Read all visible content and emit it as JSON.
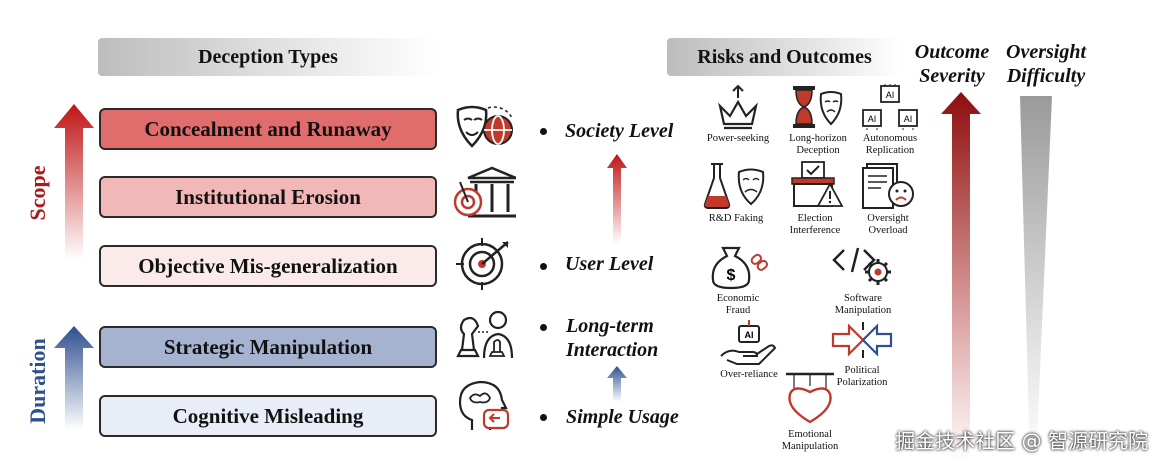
{
  "headers": {
    "deception_types": "Deception Types",
    "risks_outcomes": "Risks and Outcomes",
    "outcome_severity": [
      "Outcome",
      "Severity"
    ],
    "oversight_difficulty": [
      "Oversight",
      "Difficulty"
    ]
  },
  "axes": {
    "scope": "Scope",
    "duration": "Duration"
  },
  "deception_types": [
    {
      "label": "Concealment and Runaway",
      "fill": "#e06c6c"
    },
    {
      "label": "Institutional Erosion",
      "fill": "#f2b8b8"
    },
    {
      "label": "Objective Mis-generalization",
      "fill": "#fbeaea"
    },
    {
      "label": "Strategic Manipulation",
      "fill": "#a6b3d0"
    },
    {
      "label": "Cognitive Misleading",
      "fill": "#e8edf7"
    }
  ],
  "levels": {
    "society": "Society Level",
    "user": "User Level",
    "long_term": [
      "Long-term",
      "Interaction"
    ],
    "simple": "Simple Usage"
  },
  "risks": {
    "power_seeking": [
      "Power-seeking"
    ],
    "long_horizon": [
      "Long-horizon",
      "Deception"
    ],
    "autonomous_replication": [
      "Autonomous",
      "Replication"
    ],
    "rd_faking": [
      "R&D Faking"
    ],
    "election_interference": [
      "Election",
      "Interference"
    ],
    "oversight_overload": [
      "Oversight",
      "Overload"
    ],
    "economic_fraud": [
      "Economic",
      "Fraud"
    ],
    "software_manipulation": [
      "Software",
      "Manipulation"
    ],
    "over_reliance": [
      "Over-reliance"
    ],
    "political_polarization": [
      "Political",
      "Polarization"
    ],
    "emotional_manipulation": [
      "Emotional",
      "Manipulation"
    ]
  },
  "icon_text": {
    "ai": "AI"
  },
  "watermark": "掘金技术社区 @ 智源研究院",
  "colors": {
    "red": "#b01818",
    "blue": "#2f4f8f"
  }
}
